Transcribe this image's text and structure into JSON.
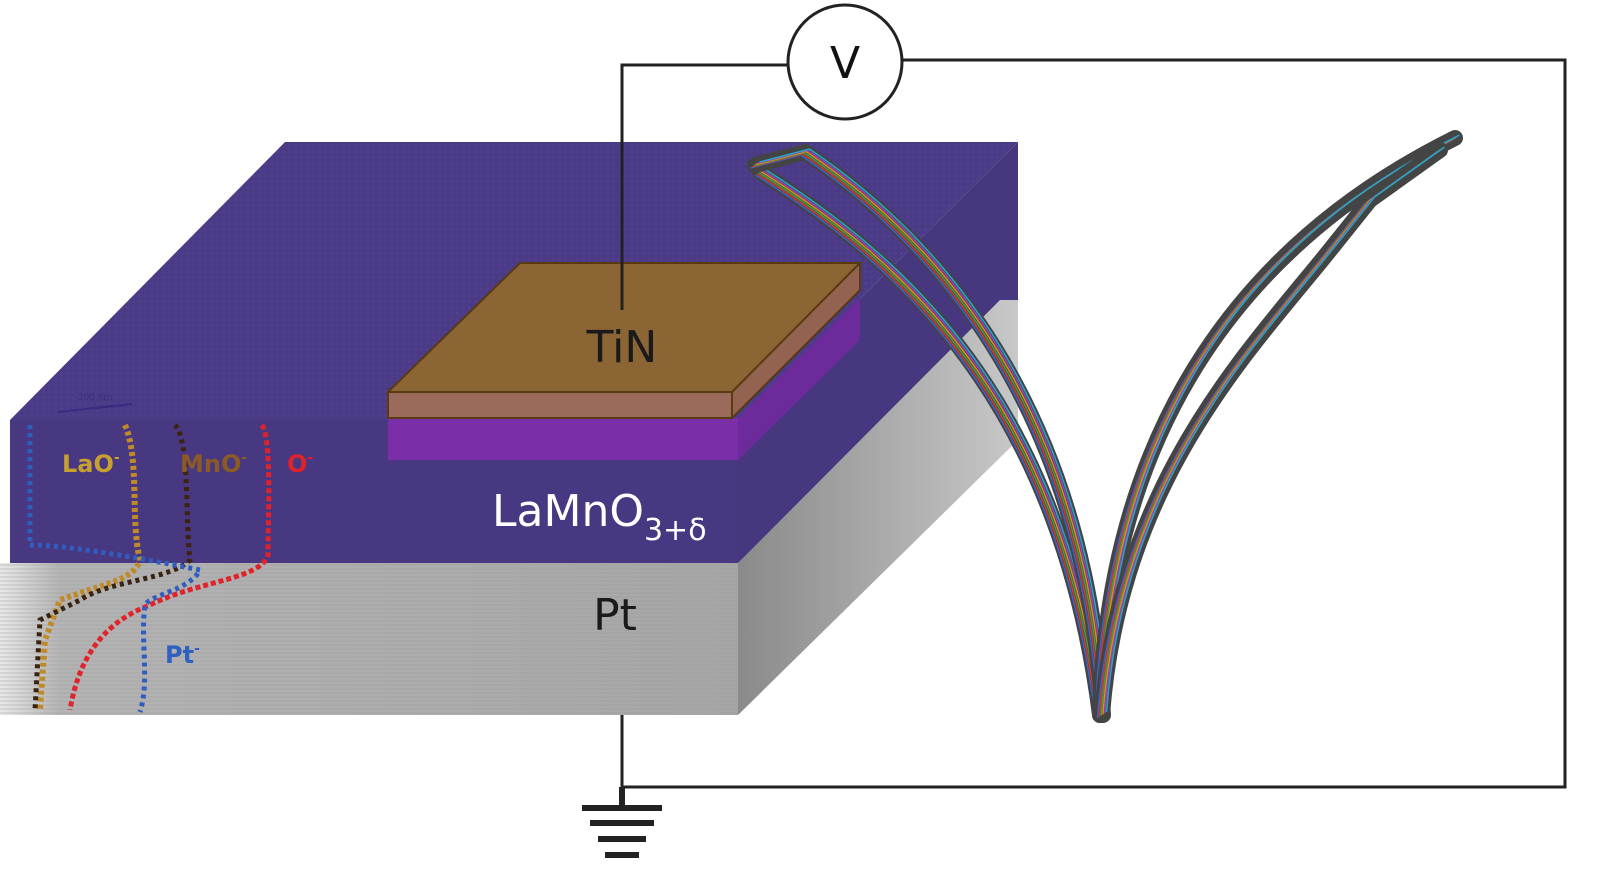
{
  "labels": {
    "electrode": "TiN",
    "film_main": "LaMnO",
    "film_sub": "3+δ",
    "substrate": "Pt",
    "voltmeter": "V",
    "scale_bar": "200 nm"
  },
  "profile_labels": {
    "lao": "LaO",
    "mno": "MnO",
    "o": "O",
    "pt": "Pt",
    "charge": "-"
  },
  "colors": {
    "film_purple": "#4b3a86",
    "substrate_gray": "#a9a9a9",
    "tin_top": "#8c6535",
    "tin_side": "#9a6a5a",
    "interlayer": "#7a2ea8",
    "wire": "#222222",
    "lao_color": "#c08a2a",
    "mno_color": "#8b5a25",
    "o_color": "#e0222a",
    "pt_color": "#2f5dc0",
    "curve_colors": [
      "#3d62c8",
      "#d63a2a",
      "#3aa040",
      "#e08a20",
      "#9a40c0",
      "#20a8c8"
    ]
  },
  "icons": {
    "voltmeter": "voltmeter-circle-icon",
    "ground": "ground-symbol-icon"
  }
}
